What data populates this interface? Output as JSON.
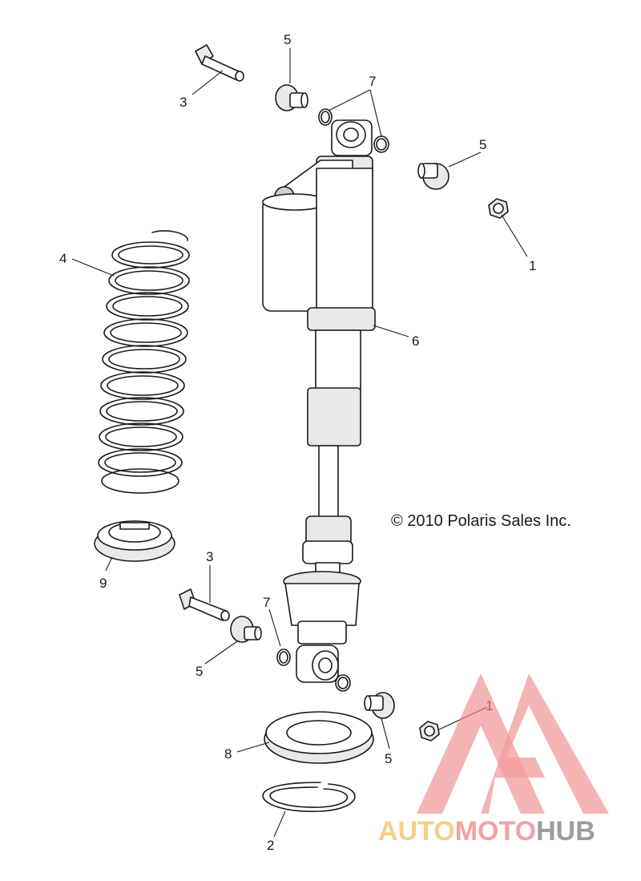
{
  "copyright": "© 2010 Polaris Sales Inc.",
  "callouts": {
    "c1_top": "1",
    "c1_bottom": "1",
    "c2": "2",
    "c3_top": "3",
    "c3_bottom": "3",
    "c4": "4",
    "c5_top": "5",
    "c5_right": "5",
    "c5_left": "5",
    "c5_bottom": "5",
    "c6": "6",
    "c7_top": "7",
    "c7_bottom": "7",
    "c8": "8",
    "c9": "9"
  },
  "watermark": {
    "part_a": "AUTO",
    "part_b": "MOTO",
    "part_c": "HUB",
    "colors": {
      "auto": "#f6cf86",
      "moto": "#f2a3a3",
      "hub": "#9c9c9c",
      "logo": "#f08a8a"
    }
  }
}
